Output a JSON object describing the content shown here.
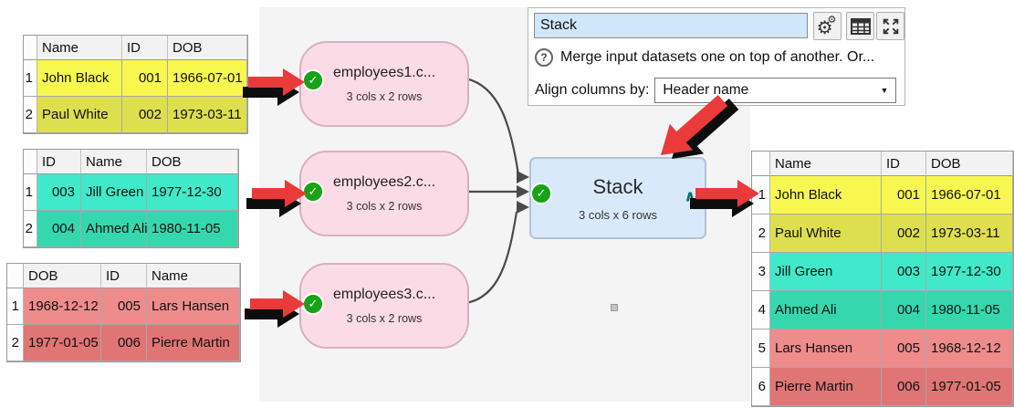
{
  "panel": {
    "transform_name": "Stack",
    "description": "Merge input datasets one on top of another. Or...",
    "align_label": "Align columns by:",
    "align_value": "Header name"
  },
  "nodes": {
    "input1": {
      "title": "employees1.c...",
      "subtitle": "3 cols x 2 rows"
    },
    "input2": {
      "title": "employees2.c...",
      "subtitle": "3 cols x 2 rows"
    },
    "input3": {
      "title": "employees3.c...",
      "subtitle": "3 cols x 2 rows"
    },
    "stack": {
      "title": "Stack",
      "subtitle": "3 cols x 6 rows"
    }
  },
  "tables": {
    "input1": {
      "columns": [
        "Name",
        "ID",
        "DOB"
      ],
      "theme": "yellow",
      "rows": [
        [
          "John Black",
          "001",
          "1966-07-01"
        ],
        [
          "Paul White",
          "002",
          "1973-03-11"
        ]
      ]
    },
    "input2": {
      "columns": [
        "ID",
        "Name",
        "DOB"
      ],
      "theme": "teal",
      "rows": [
        [
          "003",
          "Jill Green",
          "1977-12-30"
        ],
        [
          "004",
          "Ahmed Ali",
          "1980-11-05"
        ]
      ]
    },
    "input3": {
      "columns": [
        "DOB",
        "ID",
        "Name"
      ],
      "theme": "red",
      "rows": [
        [
          "1968-12-12",
          "005",
          "Lars Hansen"
        ],
        [
          "1977-01-05",
          "006",
          "Pierre Martin"
        ]
      ]
    },
    "output": {
      "columns": [
        "Name",
        "ID",
        "DOB"
      ],
      "row_themes": [
        "yellow",
        "yellow",
        "teal",
        "teal",
        "red",
        "red"
      ],
      "rows": [
        [
          "John Black",
          "001",
          "1966-07-01"
        ],
        [
          "Paul White",
          "002",
          "1973-03-11"
        ],
        [
          "Jill Green",
          "003",
          "1977-12-30"
        ],
        [
          "Ahmed Ali",
          "004",
          "1980-11-05"
        ],
        [
          "Lars Hansen",
          "005",
          "1968-12-12"
        ],
        [
          "Pierre Martin",
          "006",
          "1977-01-05"
        ]
      ]
    }
  },
  "icons": {
    "check": "✓",
    "caret": "∧",
    "help": "?",
    "dropdown_arrow": "▼",
    "gear": "⚙"
  },
  "colors": {
    "canvas_gray": "#f4f4f5",
    "node_pink": "#fbdce6",
    "node_pink_border": "#d9afc2",
    "stack_blue": "#d8e9fb",
    "stack_border": "#b3c2d2",
    "check_green": "#16a316",
    "caret_teal": "#0a6e6e",
    "arrow_red": "#ea3a3a",
    "input_blue": "#cfe7fb",
    "yellow_light": "#f7f750",
    "yellow_dark": "#dedf4e",
    "teal_light": "#3fe9c9",
    "teal_dark": "#35d8ad",
    "red_light": "#ee8c8c",
    "red_dark": "#e07575"
  }
}
